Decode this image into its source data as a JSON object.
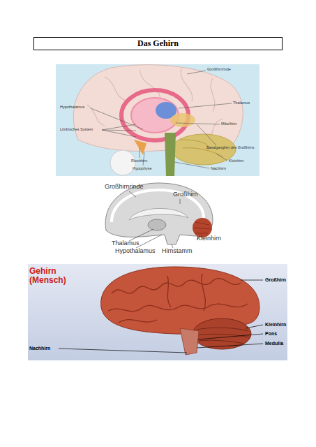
{
  "diagram": {
    "title": "Das Gehirn",
    "labels": [
      "Großhirnrinde",
      "Thalamus",
      "Hypothalamus",
      "Mittelhirn",
      "Limbisches System",
      "Basalganglien des Großhirns",
      "Riechhirn",
      "Hypophyse",
      "Nachhirn",
      "Kleinhirn",
      "Großhirnrinde",
      "Großhirn",
      "Thalamus",
      "Hypothalamus",
      "Hirnstamm",
      "Kleinhirn",
      "Gehirn (Mensch)",
      "Großhirn",
      "Kleinhirn",
      "Pons",
      "Medulla",
      "Nachhirn"
    ]
  }
}
